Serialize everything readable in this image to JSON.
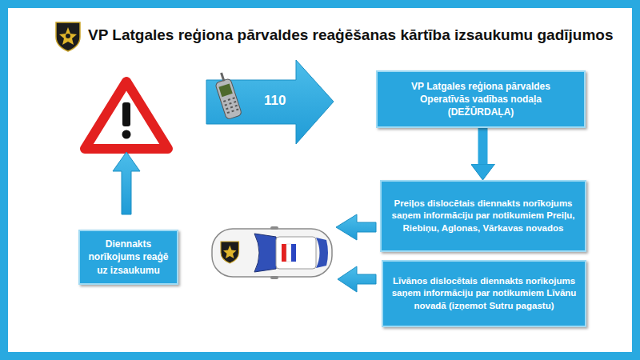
{
  "diagram": {
    "title": "VP Latgales reģiona pārvaldes reaģēšanas kārtība izsaukumu gadījumos",
    "nodes": [
      {
        "text": [
          "VP Latgales reģiona pārvaldes Operatīvās vadības nodaļa (DEŽŪRDAĻA)"
        ]
      },
      {
        "text": [
          "Preiļos dislocētais diennakts norīkojums saņem informāciju par notikumiem Preiļu, Riebiņu, Aglonas, Vārkavas novados"
        ]
      },
      {
        "text": [
          "Līvānos dislocētais diennakts norīkojums saņem informāciju par notikumiem Līvānu novadā (izņemot Sutru pagastu)"
        ]
      },
      {
        "text": [
          "Diennakts norīkojums reaģē uz izsaukumu"
        ]
      }
    ],
    "edges": [
      {
        "from": 0,
        "to": 1,
        "arrow": "to"
      }
    ],
    "labels": [
      "110"
    ]
  }
}
